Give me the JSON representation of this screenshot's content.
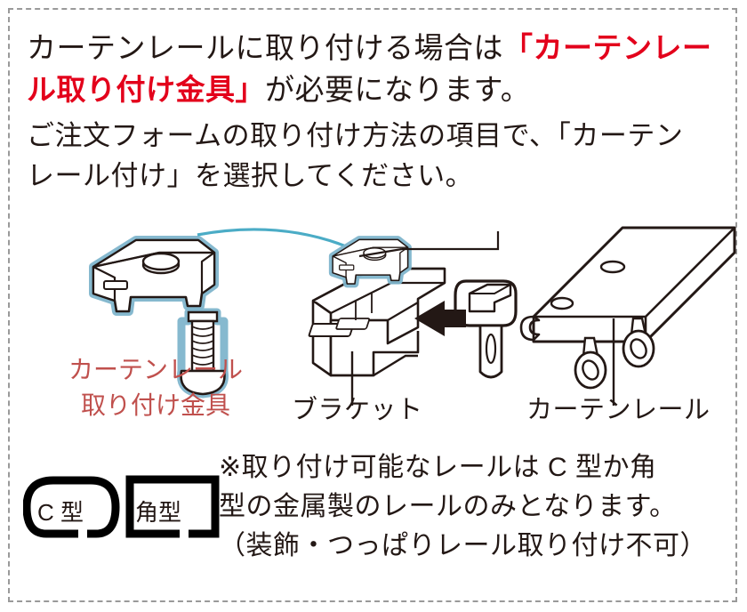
{
  "frame": {
    "border_color": "#9a9a9a",
    "background": "#ffffff"
  },
  "colors": {
    "heading_text": "#231815",
    "heading_highlight_red": "#e3001b",
    "label_red": "#c0504d",
    "arrow_blue": "#4bacc6",
    "highlight_blue": "#7fb5cc",
    "line_black": "#231815"
  },
  "heading": {
    "line1_pre": "カーテンレールに取り付ける場合は",
    "line1_red": "「カーテンレー",
    "line2_red": "ル取り付け金具」",
    "line2_post": "が必要になります。"
  },
  "paragraph2": {
    "line1": "ご注文フォームの取り付け方法の項目で、「カーテン",
    "line2": "レール付け」を選択してください。"
  },
  "diagram": {
    "fitting_label": {
      "line1": "カーテンレール",
      "line2": "取り付け金具"
    },
    "bracket_label": "ブラケット",
    "rail_label": "カーテンレール",
    "parts": {
      "metal_fitting": "curtain-rail-mounting-bracket-clip",
      "screw": "screw",
      "bracket": "bracket-body",
      "runner": "rail-runner-connector",
      "rail": "curtain-rail-channel"
    }
  },
  "rail_types": {
    "c_type": "C 型",
    "kaku_type": "角型"
  },
  "note": {
    "line1": "※取り付け可能なレールは C 型か角",
    "line2": "型の金属製のレールのみとなります。",
    "line3": "（装飾・つっぱりレール取り付け不可）"
  }
}
